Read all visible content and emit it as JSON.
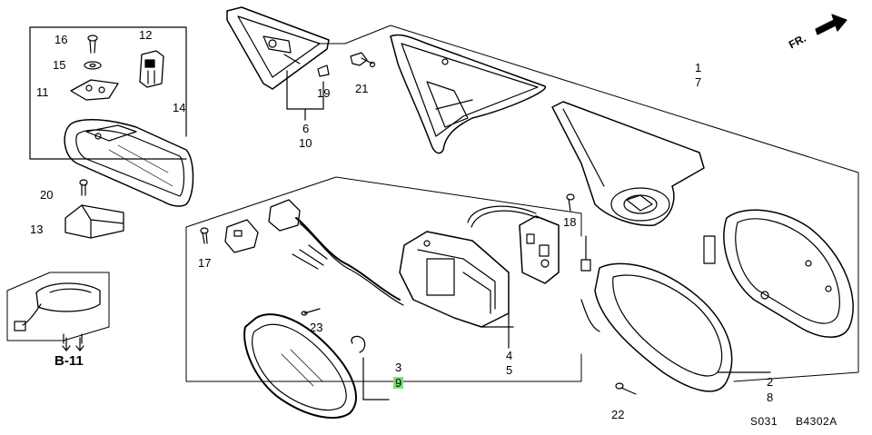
{
  "diagram": {
    "callouts": {
      "p1": "1",
      "p7": "7",
      "p2": "2",
      "p8": "8",
      "p3": "3",
      "p9": "9",
      "p4": "4",
      "p5": "5",
      "p6": "6",
      "p10": "10",
      "p11": "11",
      "p12": "12",
      "p13": "13",
      "p14": "14",
      "p15": "15",
      "p16": "16",
      "p17": "17",
      "p18": "18",
      "p19": "19",
      "p20": "20",
      "p21": "21",
      "p22": "22",
      "p23": "23"
    },
    "ref_link": "B-11",
    "direction": "FR.",
    "footer_code_a": "S031",
    "footer_code_b": "B4302A",
    "highlight_color": "#7be07b"
  }
}
